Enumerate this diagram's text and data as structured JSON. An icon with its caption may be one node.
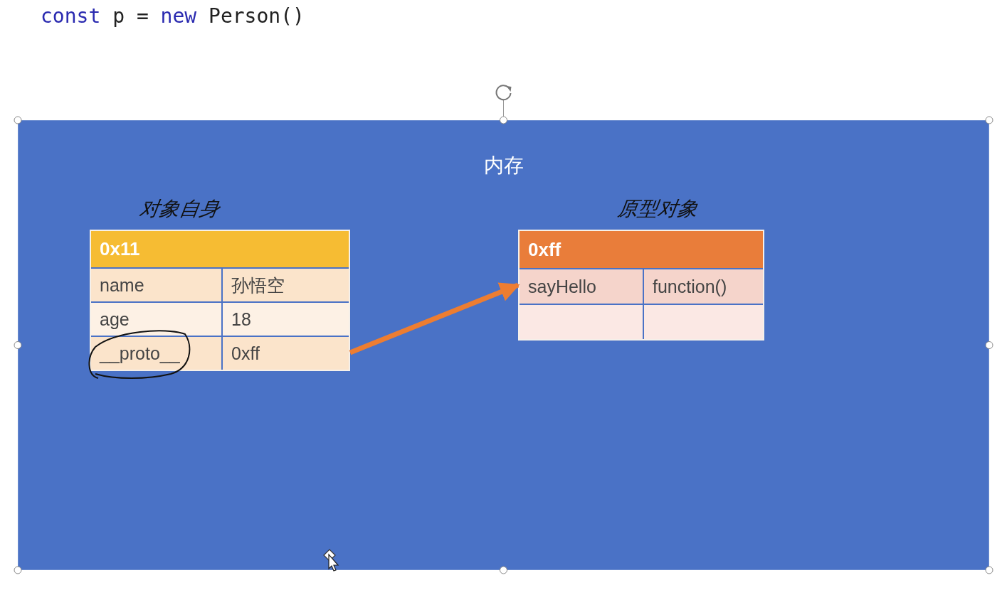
{
  "diagram": {
    "nodes": [
      {
        "text": [
          "内存"
        ]
      },
      {
        "text": [
          "0x11",
          "name",
          "孙悟空",
          "age",
          "18",
          "__proto__",
          "0xff"
        ],
        "in": 0,
        "beside": [
          "对象自身"
        ]
      },
      {
        "text": [
          "0xff",
          "sayHello",
          "function()"
        ],
        "in": 0,
        "beside": [
          "原型对象"
        ]
      }
    ],
    "edges": [
      {
        "from": 1,
        "to": 2,
        "arrow": "to",
        "color": "#ed7d31"
      }
    ],
    "labels": [
      "const p = new Person()"
    ]
  }
}
